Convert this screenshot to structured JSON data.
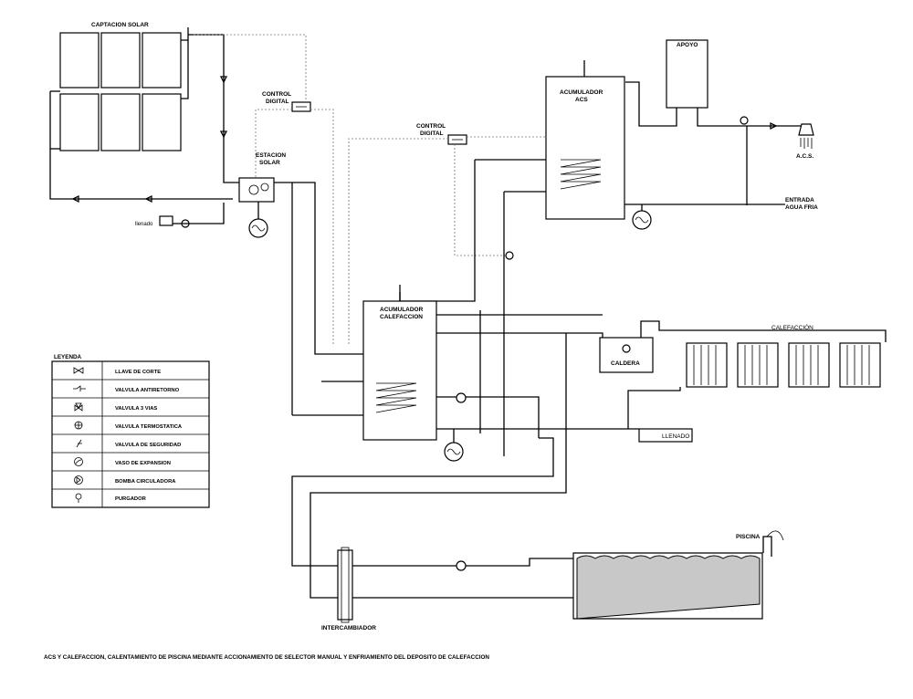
{
  "labels": {
    "solar_capture": "CAPTACION SOLAR",
    "control_digital_top": "CONTROL\nDIGITAL",
    "control_digital_mid": "CONTROL\nDIGITAL",
    "solar_station": "ESTACION\nSOLAR",
    "fill_small": "llenado",
    "backup": "APOYO",
    "dhw_tank": "ACUMULADOR\nACS",
    "dhw_outlet": "A.C.S.",
    "cold_water_inlet": "ENTRADA\nAGUA FRIA",
    "heating_tank": "ACUMULADOR\nCALEFACCION",
    "boiler": "CALDERA",
    "heating": "CALEFACCIÓN",
    "fill_large": "LLENADO",
    "pool": "PISCINA",
    "exchanger": "INTERCAMBIADOR",
    "caption": "ACS Y CALEFACCION, CALENTAMIENTO  DE PISCINA MEDIANTE ACCIONAMIENTO DE SELECTOR MANUAL Y ENFRIAMIENTO DEL DEPOSITO DE CALEFACCION"
  },
  "legend": {
    "title": "LEYENDA",
    "items": [
      {
        "icon": "shutoff-valve-icon",
        "label": "LLAVE DE CORTE"
      },
      {
        "icon": "check-valve-icon",
        "label": "VALVULA ANTIRETORNO"
      },
      {
        "icon": "three-way-valve-icon",
        "label": "VALVULA 3 VIAS"
      },
      {
        "icon": "thermostatic-valve-icon",
        "label": "VALVULA TERMOSTATICA"
      },
      {
        "icon": "safety-valve-icon",
        "label": "VALVULA DE SEGURIDAD"
      },
      {
        "icon": "expansion-vessel-icon",
        "label": "VASO DE EXPANSION"
      },
      {
        "icon": "circulation-pump-icon",
        "label": "BOMBA CIRCULADORA"
      },
      {
        "icon": "air-vent-icon",
        "label": "PURGADOR"
      }
    ]
  }
}
